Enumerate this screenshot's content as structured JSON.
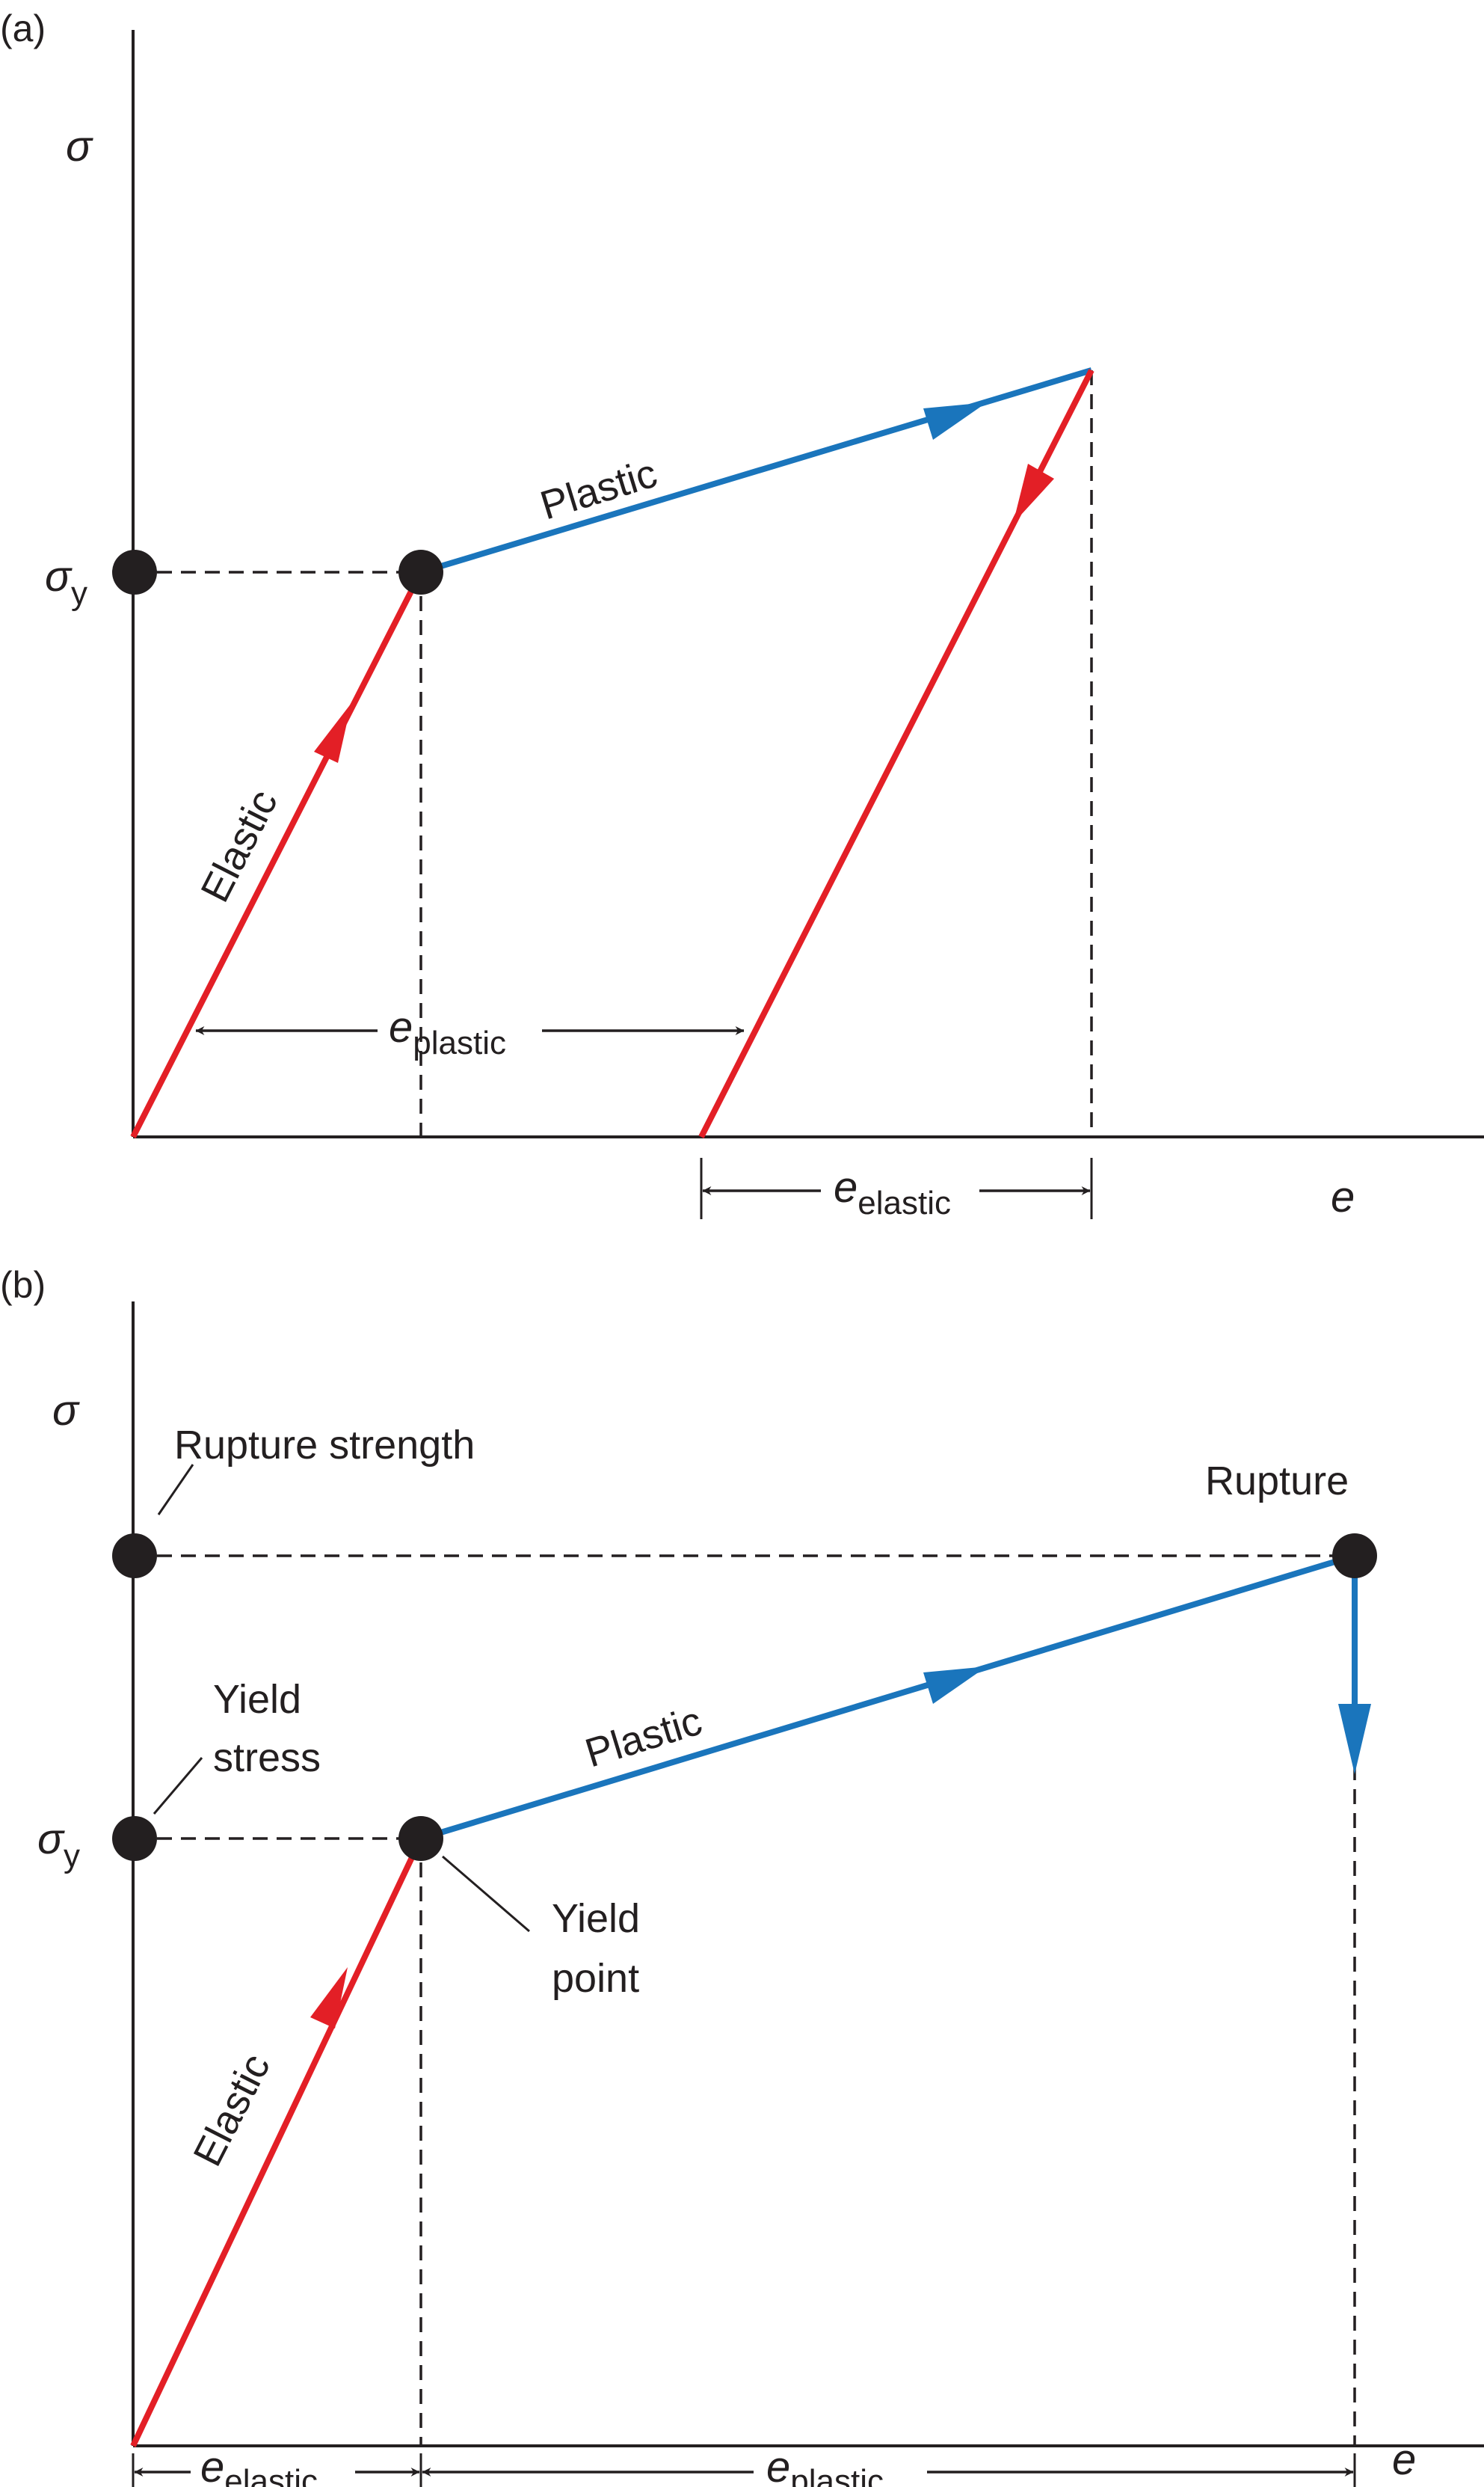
{
  "panel_a": {
    "label": "(a)",
    "y_axis_label": "σ",
    "x_axis_label": "e",
    "sigma_y": {
      "main": "σ",
      "sub": "y"
    },
    "elastic_label": "Elastic",
    "plastic_label": "Plastic",
    "e_plastic": {
      "main": "e",
      "sub": "plastic"
    },
    "e_elastic": {
      "main": "e",
      "sub": "elastic"
    }
  },
  "panel_b": {
    "label": "(b)",
    "y_axis_label": "σ",
    "x_axis_label": "e",
    "sigma_y": {
      "main": "σ",
      "sub": "y"
    },
    "rupture_strength_label": "Rupture strength",
    "rupture_label": "Rupture",
    "yield_stress_label": [
      "Yield",
      "stress"
    ],
    "yield_point_label": [
      "Yield",
      "point"
    ],
    "elastic_label": "Elastic",
    "plastic_label": "Plastic",
    "e_elastic": {
      "main": "e",
      "sub": "elastic"
    },
    "e_plastic": {
      "main": "e",
      "sub": "plastic"
    }
  },
  "colors": {
    "elastic": "#e31f26",
    "plastic": "#1a75bc",
    "ink": "#231f20"
  }
}
